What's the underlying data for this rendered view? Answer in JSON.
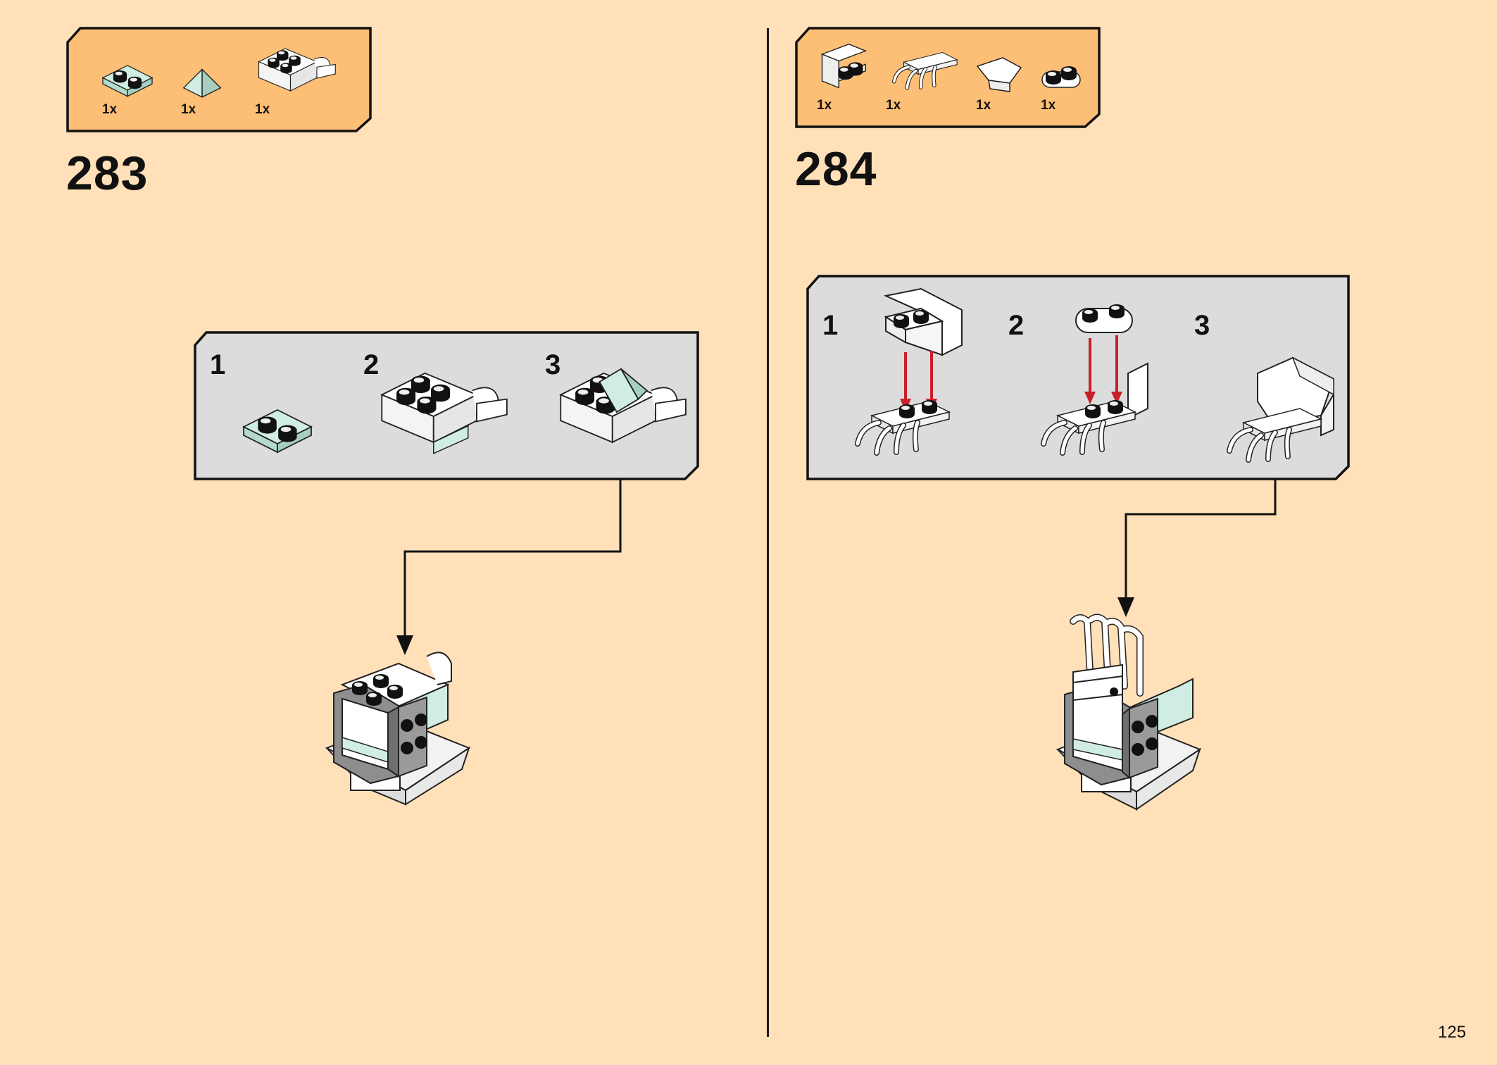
{
  "page_number": "125",
  "colors": {
    "background": "#FFE0B8",
    "parts_box": "#FDBE75",
    "substep_box": "#DCDCDC",
    "brick_white": "#FFFFFF",
    "brick_mint": "#CFEDE3",
    "brick_grey": "#8E8E8E",
    "arrow_red": "#C8202A"
  },
  "steps": [
    {
      "number": "283",
      "parts": [
        {
          "qty": "1x",
          "icon": "mint-plate-1x2-icon"
        },
        {
          "qty": "1x",
          "icon": "mint-slope-tile-icon"
        },
        {
          "qty": "1x",
          "icon": "white-clip-brick-icon"
        }
      ],
      "substeps": [
        "1",
        "2",
        "3"
      ]
    },
    {
      "number": "284",
      "parts": [
        {
          "qty": "1x",
          "icon": "white-bracket-icon"
        },
        {
          "qty": "1x",
          "icon": "white-claw-plate-icon"
        },
        {
          "qty": "1x",
          "icon": "white-wedge-slope-icon"
        },
        {
          "qty": "1x",
          "icon": "white-round-plate-icon"
        }
      ],
      "substeps": [
        "1",
        "2",
        "3"
      ]
    }
  ]
}
